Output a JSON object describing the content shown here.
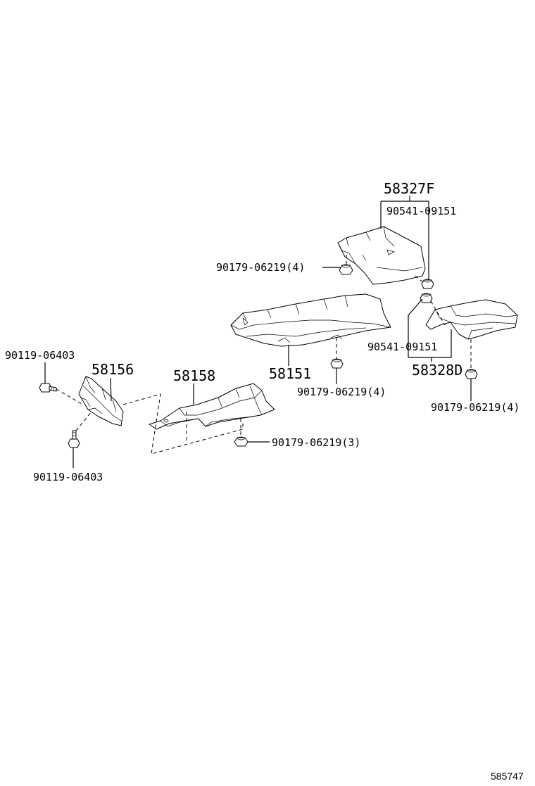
{
  "diagram": {
    "labels": {
      "p58327F": "58327F",
      "p90541_top": "90541-09151",
      "p90179_a": "90179-06219(4)",
      "p58151": "58151",
      "p90179_b": "90179-06219(4)",
      "p90541_mid": "90541-09151",
      "p58328D": "58328D",
      "p90179_c": "90179-06219(4)",
      "p58158": "58158",
      "p90179_d": "90179-06219(3)",
      "p58156": "58156",
      "p90119_top": "90119-06403",
      "p90119_bot": "90119-06403"
    },
    "illustration_id": "585747"
  }
}
